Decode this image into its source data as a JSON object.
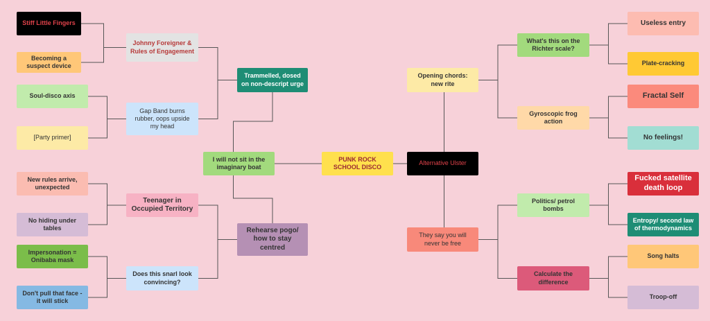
{
  "diagram": {
    "center": {
      "label": "PUNK ROCK SCHOOL DISCO",
      "color": "#ffe04d",
      "text_color": "#9b2a32"
    },
    "left_hub": {
      "label": "I will not sit in the imaginary boat",
      "color": "#a2da7d"
    },
    "right_hub": {
      "label": "Alternative Ulster",
      "color": "#000000",
      "text_color": "#e0424a"
    },
    "left_branches": [
      {
        "label": "Trammelled, dosed on non-descript urge",
        "color": "#1e8d75",
        "text_color": "#ffffff"
      },
      {
        "label": "Rehearse pogo/ how to stay centred",
        "color": "#b590b4"
      }
    ],
    "right_branches": [
      {
        "label": "Opening chords: new rite",
        "color": "#fdeaa6"
      },
      {
        "label": "They say you will never be free",
        "color": "#f8897a"
      }
    ],
    "left_subtopics": [
      {
        "label": "Johnny Foreigner & Rules of Engagement",
        "color": "#e3e3e3",
        "text_color": "#b73a3a"
      },
      {
        "label": "Gap Band burns rubber, oops upside my head",
        "color": "#cce4fb"
      },
      {
        "label": "Teenager in Occupied Territory",
        "color": "#f7b2c4"
      },
      {
        "label": "Does this snarl look convincing?",
        "color": "#cce4fb"
      }
    ],
    "right_subtopics": [
      {
        "label": "What's  this on the Richter scale?",
        "color": "#a2da7d"
      },
      {
        "label": "Gyroscopic frog action",
        "color": "#ffd9a8"
      },
      {
        "label": "Politics/ petrol bombs",
        "color": "#c1ebac"
      },
      {
        "label": "Calculate the difference",
        "color": "#dc5a7a"
      }
    ],
    "left_leaves": [
      {
        "label": "Stiff Little Fingers",
        "color": "#000000",
        "text_color": "#e0424a"
      },
      {
        "label": "Becoming a suspect device",
        "color": "#ffc778"
      },
      {
        "label": "Soul-disco axis",
        "color": "#c1ebac"
      },
      {
        "label": "[Party primer]",
        "color": "#fdeaa6"
      },
      {
        "label": "New rules arrive, unexpected",
        "color": "#fbbcb1"
      },
      {
        "label": "No hiding under tables",
        "color": "#d5bcd6"
      },
      {
        "label": "Impersonation = Onibaba mask",
        "color": "#7bbd4a"
      },
      {
        "label": "Don't  pull that face - it will stick",
        "color": "#85b9e3"
      }
    ],
    "right_leaves": [
      {
        "label": "Useless entry",
        "color": "#fdbcb1"
      },
      {
        "label": "Plate-cracking",
        "color": "#ffc934"
      },
      {
        "label": "Fractal Self",
        "color": "#fb8a7c"
      },
      {
        "label": "No feelings!",
        "color": "#a2ddd3"
      },
      {
        "label": "Fucked satellite death loop",
        "color": "#d92f3b",
        "text_color": "#ffffff"
      },
      {
        "label": "Entropy/ second law of thermodynamics",
        "color": "#1e8d75",
        "text_color": "#ffffff"
      },
      {
        "label": "Song halts",
        "color": "#ffc778"
      },
      {
        "label": "Troop-off",
        "color": "#d5bcd6"
      }
    ]
  }
}
